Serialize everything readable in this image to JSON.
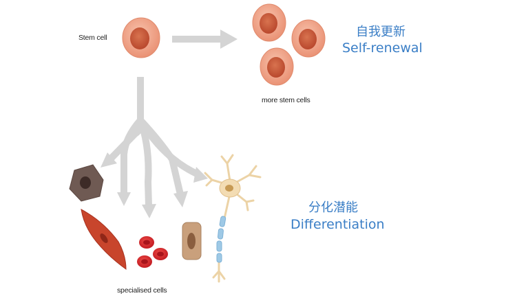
{
  "labels": {
    "stem_cell": "Stem cell",
    "more_stem_cells": "more stem cells",
    "specialised_cells": "specialised cells"
  },
  "self_renewal": {
    "zh": "自我更新",
    "en": "Self-renewal"
  },
  "differentiation": {
    "zh": "分化潜能",
    "en": "Differentiation"
  },
  "colors": {
    "accent_text": "#3a7ec6",
    "arrow": "#d4d4d4",
    "stem_cell_body": "#f0a58a",
    "stem_cell_nucleus": "#c95a3b",
    "red_blood_cell": "#d7262b",
    "muscle_cell": "#c44a30",
    "macrophage": "#6f5a53",
    "fat_cell": "#c9a07c",
    "neuron": "#f3dcb3",
    "myelin": "#9ec9e6"
  },
  "icons": [
    "stem-cell",
    "macrophage-cell",
    "muscle-cell",
    "red-blood-cells",
    "adipose-cell",
    "neuron-cell"
  ]
}
